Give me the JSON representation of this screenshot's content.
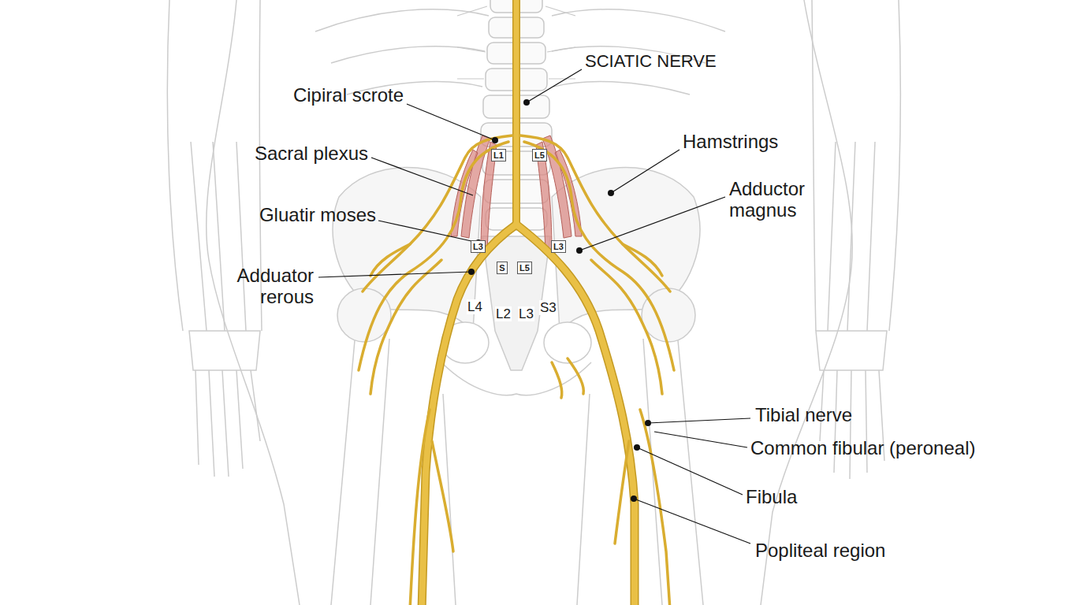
{
  "diagram": {
    "nodes": [
      {
        "text": [
          "L1"
        ]
      },
      {
        "text": [
          "L5"
        ]
      },
      {
        "text": [
          "L3"
        ]
      },
      {
        "text": [
          "L3"
        ]
      },
      {
        "text": [
          "S"
        ]
      },
      {
        "text": [
          "L5"
        ]
      }
    ],
    "labels": [
      "SCIATIC NERVE",
      "Cipiral scrote",
      "Sacral plexus",
      "Hamstrings",
      "Adductor magnus",
      "Gluatir moses",
      "Adduator rerous",
      "L4",
      "L2",
      "L3",
      "S3",
      "Tibial nerve",
      "Common fibular (peroneal)",
      "Fibula",
      "Popliteal region"
    ]
  }
}
